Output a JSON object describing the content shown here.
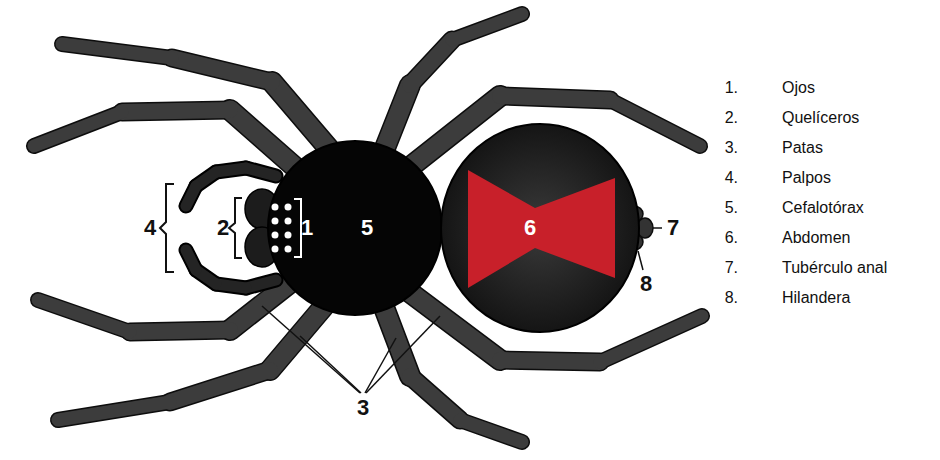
{
  "diagram": {
    "nodes": [
      {
        "text": [
          "1",
          "5"
        ]
      },
      {
        "text": [
          "6"
        ]
      }
    ],
    "labels": [
      "4",
      "2",
      "7",
      "8",
      "3",
      "1.",
      "Ojos",
      "2.",
      "Quelíceros",
      "3.",
      "Patas",
      "4.",
      "Palpos",
      "5.",
      "Cefalotórax",
      "6.",
      "Abdomen",
      "7.",
      "Tubérculo anal",
      "8.",
      "Hilandera"
    ]
  }
}
